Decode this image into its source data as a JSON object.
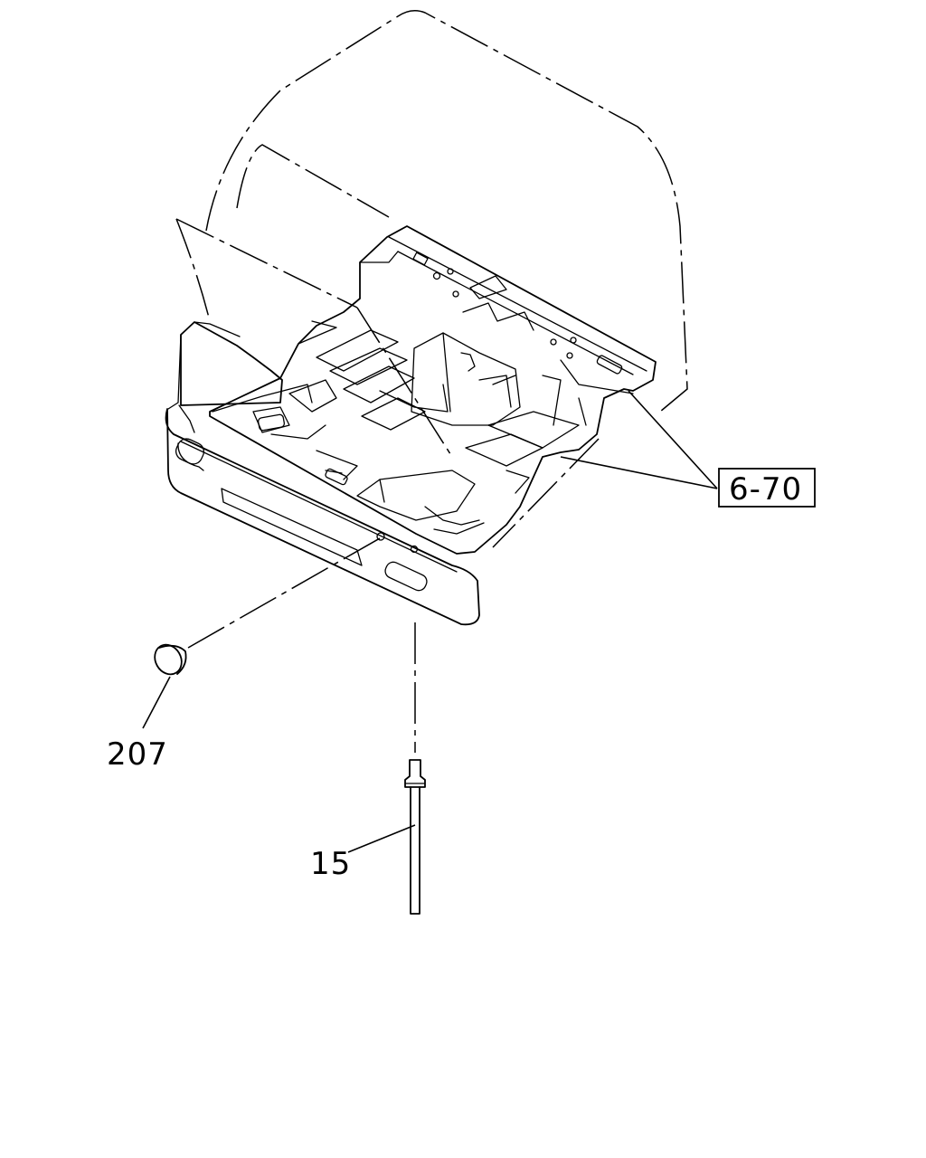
{
  "diagram": {
    "callouts": {
      "ref_box": "6-70",
      "part_207": "207",
      "part_15": "15"
    }
  }
}
